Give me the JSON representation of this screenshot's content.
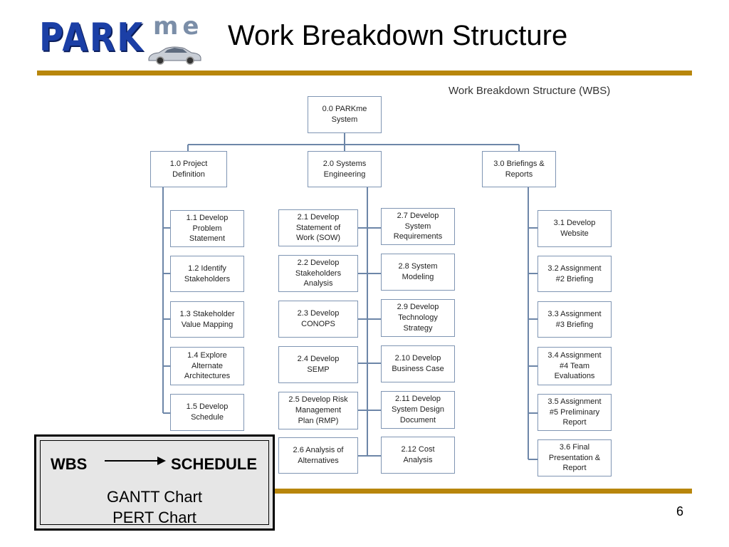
{
  "slide": {
    "title": "Work Breakdown Structure",
    "page_number": "6"
  },
  "logo": {
    "main": "PARK",
    "sup": "me",
    "car_icon": "car-icon"
  },
  "diagram": {
    "caption": "Work Breakdown Structure (WBS)",
    "root": "0.0 PARKme\nSystem",
    "branches": {
      "b1": "1.0 Project\nDefinition",
      "b2": "2.0 Systems\nEngineering",
      "b3": "3.0 Briefings &\nReports"
    },
    "branch1_items": [
      "1.1 Develop\nProblem\nStatement",
      "1.2 Identify\nStakeholders",
      "1.3 Stakeholder\nValue Mapping",
      "1.4 Explore\nAlternate\nArchitectures",
      "1.5 Develop\nSchedule"
    ],
    "branch2_left": [
      "2.1 Develop\nStatement of\nWork (SOW)",
      "2.2 Develop\nStakeholders\nAnalysis",
      "2.3 Develop\nCONOPS",
      "2.4 Develop\nSEMP",
      "2.5 Develop Risk\nManagement\nPlan (RMP)",
      "2.6 Analysis of\nAlternatives"
    ],
    "branch2_right": [
      "2.7 Develop\nSystem\nRequirements",
      "2.8 System\nModeling",
      "2.9 Develop\nTechnology\nStrategy",
      "2.10 Develop\nBusiness Case",
      "2.11 Develop\nSystem Design\nDocument",
      "2.12 Cost\nAnalysis"
    ],
    "branch3_items": [
      "3.1 Develop\nWebsite",
      "3.2 Assignment\n#2 Briefing",
      "3.3 Assignment\n#3 Briefing",
      "3.4 Assignment\n#4 Team\nEvaluations",
      "3.5 Assignment\n#5 Preliminary\nReport",
      "3.6 Final\nPresentation &\nReport"
    ]
  },
  "note": {
    "from": "WBS",
    "to": "SCHEDULE",
    "line1": "GANTT Chart",
    "line2": "PERT Chart"
  },
  "colors": {
    "rule": "#b8860b",
    "node_border": "#7f95b3",
    "connector": "#6d86a8",
    "logo_blue": "#1b3fa6"
  }
}
